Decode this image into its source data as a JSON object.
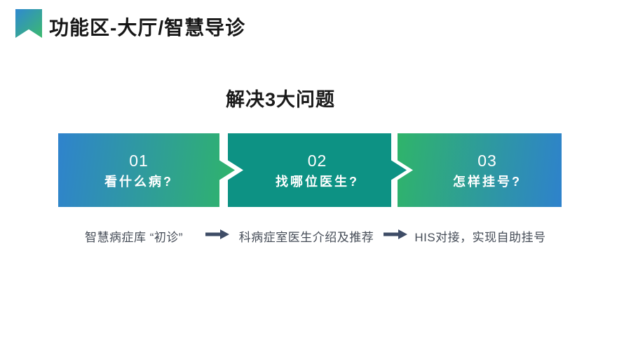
{
  "slide": {
    "title": "功能区-大厅/智慧导诊",
    "heading": "解决3大问题"
  },
  "steps": [
    {
      "number": "01",
      "question": "看什么病?",
      "caption": "智慧病症库 “初诊”"
    },
    {
      "number": "02",
      "question": "找哪位医生?",
      "caption": "科病症室医生介绍及推荐"
    },
    {
      "number": "03",
      "question": "怎样挂号?",
      "caption": "HIS对接，实现自助挂号"
    }
  ],
  "icons": {
    "bookmark": "bookmark-ribbon",
    "flow_arrow": "arrow-right"
  },
  "colors": {
    "gradient_blue": "#2f83cd",
    "gradient_green": "#2fb46a",
    "teal_solid": "#0d9284",
    "flow_arrow": "#3e4c66",
    "title_text": "#161616",
    "caption_text": "#454c57"
  }
}
